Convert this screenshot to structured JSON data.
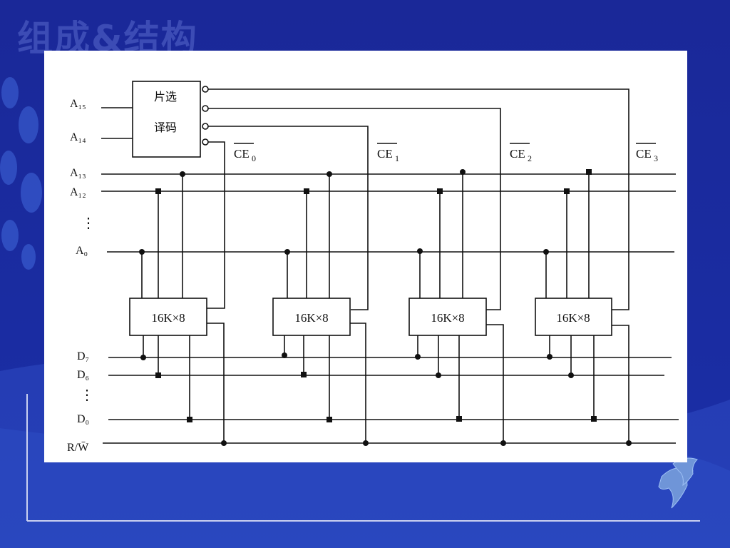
{
  "slide": {
    "title": "组成&结构"
  },
  "decoder": {
    "line1": "片选",
    "line2": "译码"
  },
  "signals": {
    "a15": "A₁₅",
    "a14": "A₁₄",
    "a13": "A₁₃",
    "a12": "A₁₂",
    "a0": "A₀",
    "d7": "D₇",
    "d6": "D₆",
    "d0": "D₀",
    "rw": "R/W̄",
    "ellipsis": "⋮"
  },
  "chip_selects": [
    {
      "base": "CE",
      "sub": "0"
    },
    {
      "base": "CE",
      "sub": "1"
    },
    {
      "base": "CE",
      "sub": "2"
    },
    {
      "base": "CE",
      "sub": "3"
    }
  ],
  "chips": [
    {
      "label": "16K×8"
    },
    {
      "label": "16K×8"
    },
    {
      "label": "16K×8"
    },
    {
      "label": "16K×8"
    }
  ],
  "colors": {
    "background": "#1b2a9e",
    "panel": "#ffffff",
    "wire": "#111111"
  }
}
